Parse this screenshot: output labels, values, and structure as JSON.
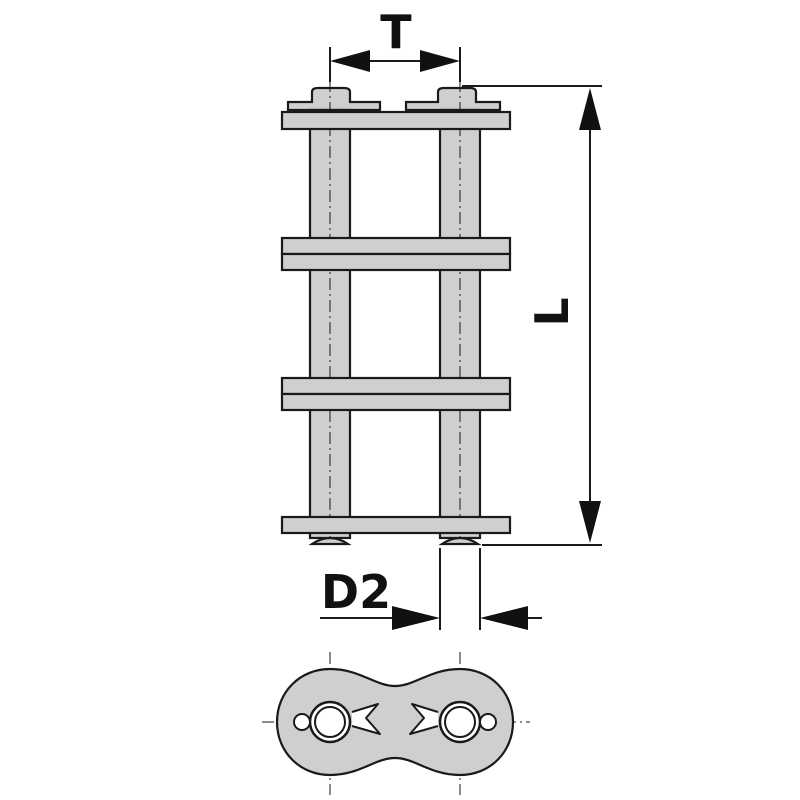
{
  "labels": {
    "pitch_width": "T",
    "length": "L",
    "pin_diameter": "D2"
  },
  "colors": {
    "part_fill": "#cfcfcf",
    "line": "#1a1a1a"
  }
}
